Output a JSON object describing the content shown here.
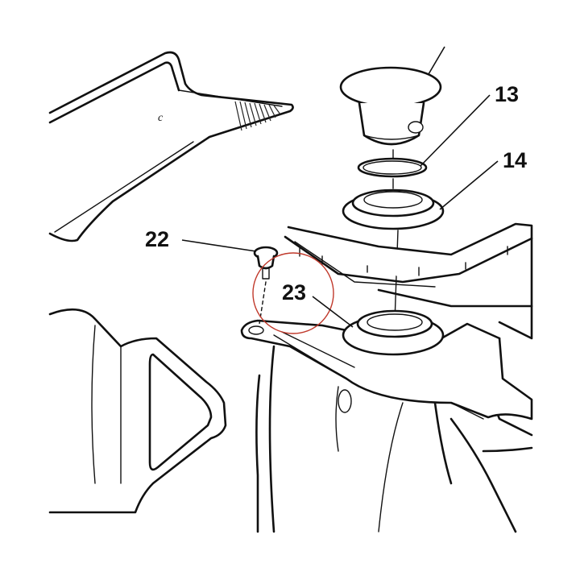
{
  "diagram": {
    "callouts": [
      {
        "id": "13",
        "label": "13"
      },
      {
        "id": "14",
        "label": "14"
      },
      {
        "id": "22",
        "label": "22"
      },
      {
        "id": "23",
        "label": "23"
      }
    ],
    "panel_mark": "c",
    "highlight_color": "#c0392b",
    "line_color": "#111111",
    "background_color": "#ffffff"
  }
}
